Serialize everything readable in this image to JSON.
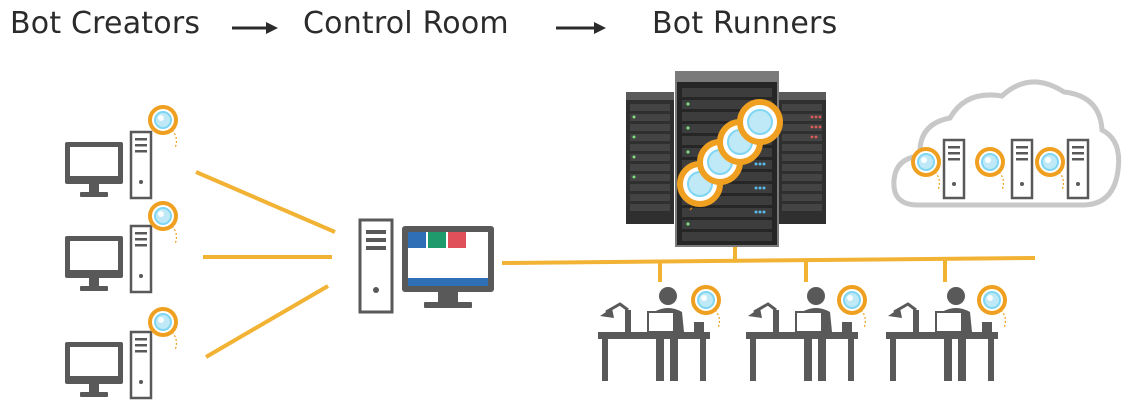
{
  "header": {
    "stage_1": "Bot Creators",
    "stage_2": "Control Room",
    "stage_3": "Bot Runners"
  },
  "colors": {
    "accent": "#f2b233",
    "bot_orange": "#f0a020",
    "bot_blue": "#7fd6f2",
    "device_gray": "#595959",
    "server_dark": "#2f2f2f",
    "cloud_outline": "#c8c8c8",
    "screen_blue": "#2e6fb6",
    "screen_green": "#1e9a6c",
    "screen_red": "#e0505a"
  },
  "icons": {
    "creator_workstation": "desktop-monitor-with-tower-icon",
    "bot": "bot-badge-icon",
    "control_room": "control-room-workstation-icon",
    "server_rack": "server-rack-icon",
    "cloud": "cloud-icon",
    "runner": "person-at-desk-icon"
  }
}
